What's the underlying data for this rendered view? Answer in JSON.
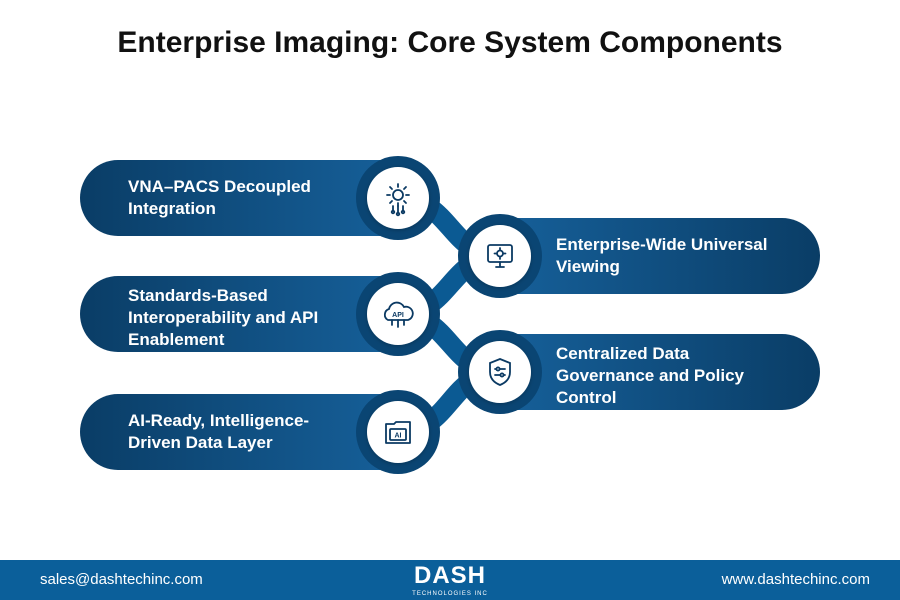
{
  "title": "Enterprise Imaging: Core System Components",
  "colors": {
    "pill_dark": "#0a3d66",
    "pill_mid": "#16609a",
    "footer": "#0b5f9a",
    "icon": "#0b3a63"
  },
  "components": [
    {
      "lines": [
        "VNA–PACS Decoupled",
        "Integration"
      ],
      "icon": "gear-circuit-icon"
    },
    {
      "lines": [
        "Enterprise-Wide Universal",
        "Viewing"
      ],
      "icon": "monitor-gear-icon"
    },
    {
      "lines": [
        "Standards-Based",
        "Interoperability and API",
        "Enablement"
      ],
      "icon": "api-cloud-icon"
    },
    {
      "lines": [
        "Centralized Data",
        "Governance and Policy",
        "Control"
      ],
      "icon": "shield-settings-icon"
    },
    {
      "lines": [
        "AI-Ready, Intelligence-",
        "Driven Data Layer"
      ],
      "icon": "ai-folder-icon"
    }
  ],
  "footer": {
    "email": "sales@dashtechinc.com",
    "website": "www.dashtechinc.com",
    "brand": "DASH",
    "brand_sub": "TECHNOLOGIES INC"
  }
}
